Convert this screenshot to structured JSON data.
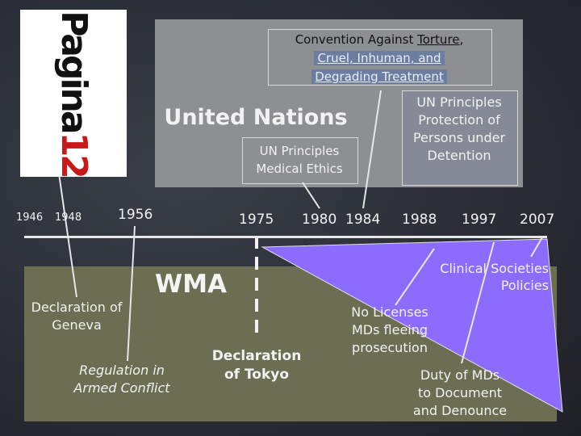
{
  "un": {
    "title": "United Nations",
    "torture_line1": "Convention Against ",
    "torture_word": "Torture",
    "torture_comma": ",",
    "torture_line2": "Cruel, Inhuman, and",
    "torture_line3": "Degrading Treatment",
    "ethics_line1": "UN Principles",
    "ethics_line2": "Medical Ethics",
    "detention_line1": "UN Principles",
    "detention_line2": "Protection of",
    "detention_line3": "Persons under",
    "detention_line4": "Detention"
  },
  "logo": {
    "text_a": "Pagina",
    "text_b": "12"
  },
  "years": [
    "1946",
    "1948",
    "1956",
    "1975",
    "1980",
    "1984",
    "1988",
    "1997",
    "2007"
  ],
  "wma": {
    "title": "WMA",
    "geneva_line1": "Declaration of",
    "geneva_line2": "Geneva",
    "armed_line1": "Regulation in",
    "armed_line2": "Armed Conflict",
    "tokyo_line1": "Declaration",
    "tokyo_line2": "of Tokyo",
    "licenses_line1": "No Licenses",
    "licenses_line2": "MDs fleeing",
    "licenses_line3": "prosecution",
    "duty_line1": "Duty of MDs",
    "duty_line2": "to Document",
    "duty_line3": "and Denounce",
    "clinical_line1": "Clinical Societies",
    "clinical_line2": "Policies"
  },
  "colors": {
    "background": "#2a2d35",
    "un_panel": "#8e8f92",
    "wma_panel": "#6b6e52",
    "wedge": "#8c6cff",
    "text_light": "#f2f2f2",
    "text_dark": "#111111"
  }
}
